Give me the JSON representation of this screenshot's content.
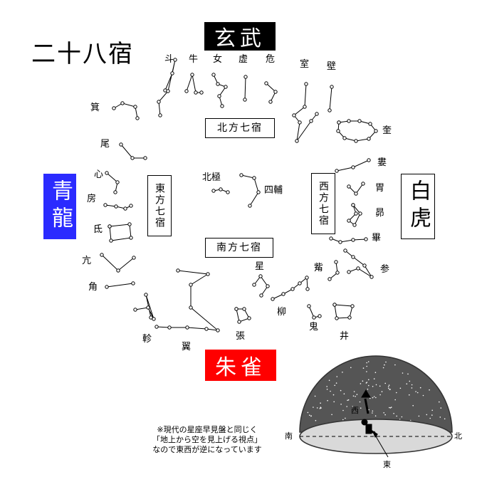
{
  "title": "二十八宿",
  "directions": {
    "north": {
      "text": "玄武",
      "bg": "#000000",
      "fg": "#ffffff"
    },
    "south": {
      "text": "朱雀",
      "bg": "#ff0000",
      "fg": "#ffffff"
    },
    "east": {
      "text": "青龍",
      "bg": "#2b2bff",
      "fg": "#ffffff"
    },
    "west": {
      "text": "白虎",
      "bg": "#ffffff",
      "fg": "#000000"
    }
  },
  "groups": {
    "north": "北方七宿",
    "east": "東方七宿",
    "west": "西方七宿",
    "south": "南方七宿"
  },
  "stars": {
    "polaris": "北極",
    "shiho": "四輔"
  },
  "mansions": {
    "dou": "斗",
    "niu": "牛",
    "nu": "女",
    "xu": "虚",
    "wei_n": "危",
    "shi": "室",
    "bi": "壁",
    "kui": "奎",
    "lou": "婁",
    "wei_w": "胃",
    "mao": "昴",
    "bi_w": "畢",
    "shen": "参",
    "zi": "觜",
    "jing": "井",
    "gui": "鬼",
    "liu": "柳",
    "xing": "星",
    "zhang": "張",
    "yi": "翼",
    "zhen": "軫",
    "jiao": "角",
    "kang": "亢",
    "di": "氐",
    "fang": "房",
    "xin": "心",
    "wei_e": "尾",
    "ji": "箕"
  },
  "note": {
    "line1": "※現代の星座早見盤と同じく",
    "line2": "「地上から空を見上げる視点」",
    "line3": "なので東西が逆になっています"
  },
  "dome": {
    "west": "西",
    "south": "南",
    "north": "北",
    "east": "東",
    "dome_color": "#555555"
  }
}
